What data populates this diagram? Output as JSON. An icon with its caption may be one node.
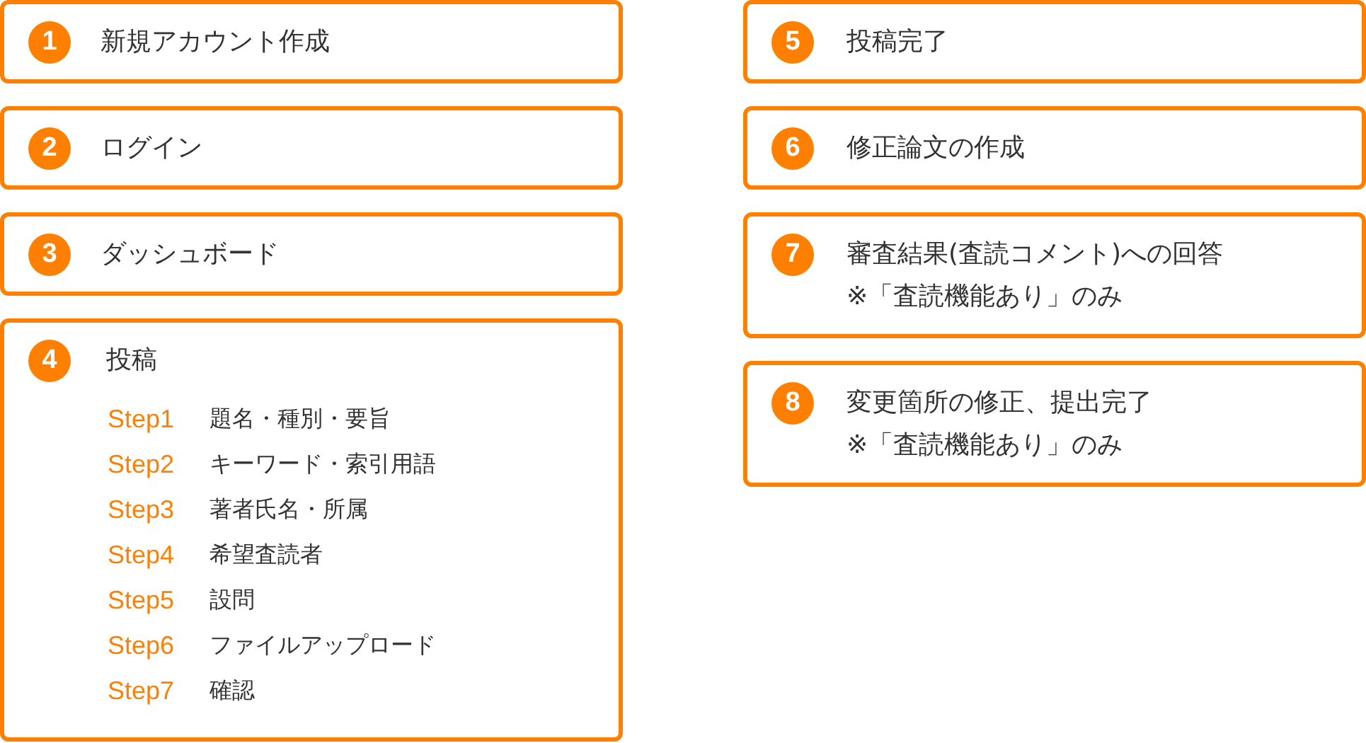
{
  "diagram": {
    "nodes": [
      {
        "text": [
          "新規アカウント作成"
        ]
      },
      {
        "text": [
          "1"
        ],
        "in": 0
      },
      {
        "text": [
          "ログイン"
        ]
      },
      {
        "text": [
          "2"
        ],
        "in": 2
      },
      {
        "text": [
          "ダッシュボード"
        ]
      },
      {
        "text": [
          "3"
        ],
        "in": 4
      },
      {
        "text": [
          "投稿",
          "Step1",
          "題名・種別・要旨",
          "Step2",
          "キーワード・索引用語",
          "Step3",
          "著者氏名・所属",
          "Step4",
          "希望査読者",
          "Step5",
          "設問",
          "Step6",
          "ファイルアップロード",
          "Step7",
          "確認"
        ]
      },
      {
        "text": [
          "4"
        ],
        "in": 6
      },
      {
        "text": [
          "投稿完了"
        ]
      },
      {
        "text": [
          "5"
        ],
        "in": 8
      },
      {
        "text": [
          "修正論文の作成"
        ]
      },
      {
        "text": [
          "6"
        ],
        "in": 10
      },
      {
        "text": [
          "審査結果(査読コメント)への回答",
          "※「査読機能あり」のみ"
        ]
      },
      {
        "text": [
          "7"
        ],
        "in": 12
      },
      {
        "text": [
          "変更箇所の修正、提出完了",
          "※「査読機能あり」のみ"
        ]
      },
      {
        "text": [
          "8"
        ],
        "in": 14
      }
    ]
  }
}
